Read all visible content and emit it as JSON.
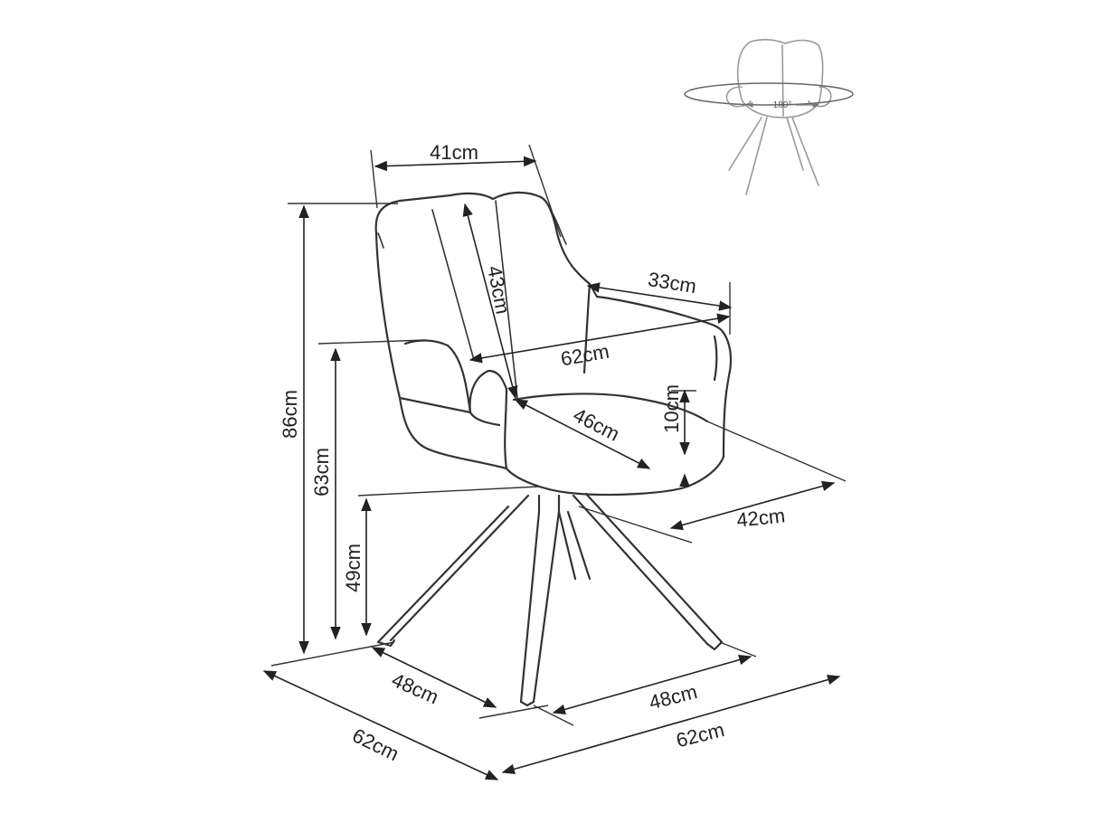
{
  "dimensions": {
    "backrest_width": "41cm",
    "backrest_height": "43cm",
    "armrest_depth": "33cm",
    "total_width_top": "62cm",
    "seat_depth": "46cm",
    "armrest_height": "10cm",
    "seat_width": "42cm",
    "total_height": "86cm",
    "armrest_floor_height": "63cm",
    "seat_height": "49cm",
    "base_depth": "48cm",
    "base_width": "48cm",
    "footprint_depth": "62cm",
    "footprint_width": "62cm"
  },
  "swivel_badge": {
    "angle_label": "180°",
    "icon": "swivel-rotation-icon"
  }
}
